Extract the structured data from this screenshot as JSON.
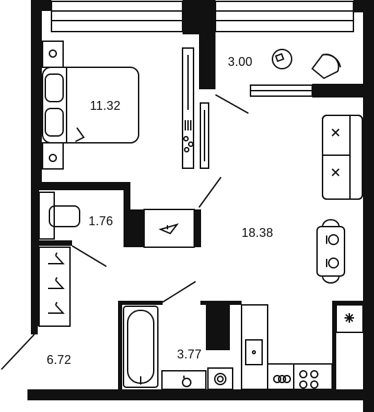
{
  "rooms": [
    {
      "id": "bedroom",
      "area": "11.32"
    },
    {
      "id": "balcony",
      "area": "3.00"
    },
    {
      "id": "wc",
      "area": "1.76"
    },
    {
      "id": "living",
      "area": "18.38"
    },
    {
      "id": "bathroom",
      "area": "3.77"
    },
    {
      "id": "hall",
      "area": "6.72"
    }
  ],
  "colors": {
    "wall": "#111111",
    "background": "#ffffff",
    "line": "#111111"
  }
}
